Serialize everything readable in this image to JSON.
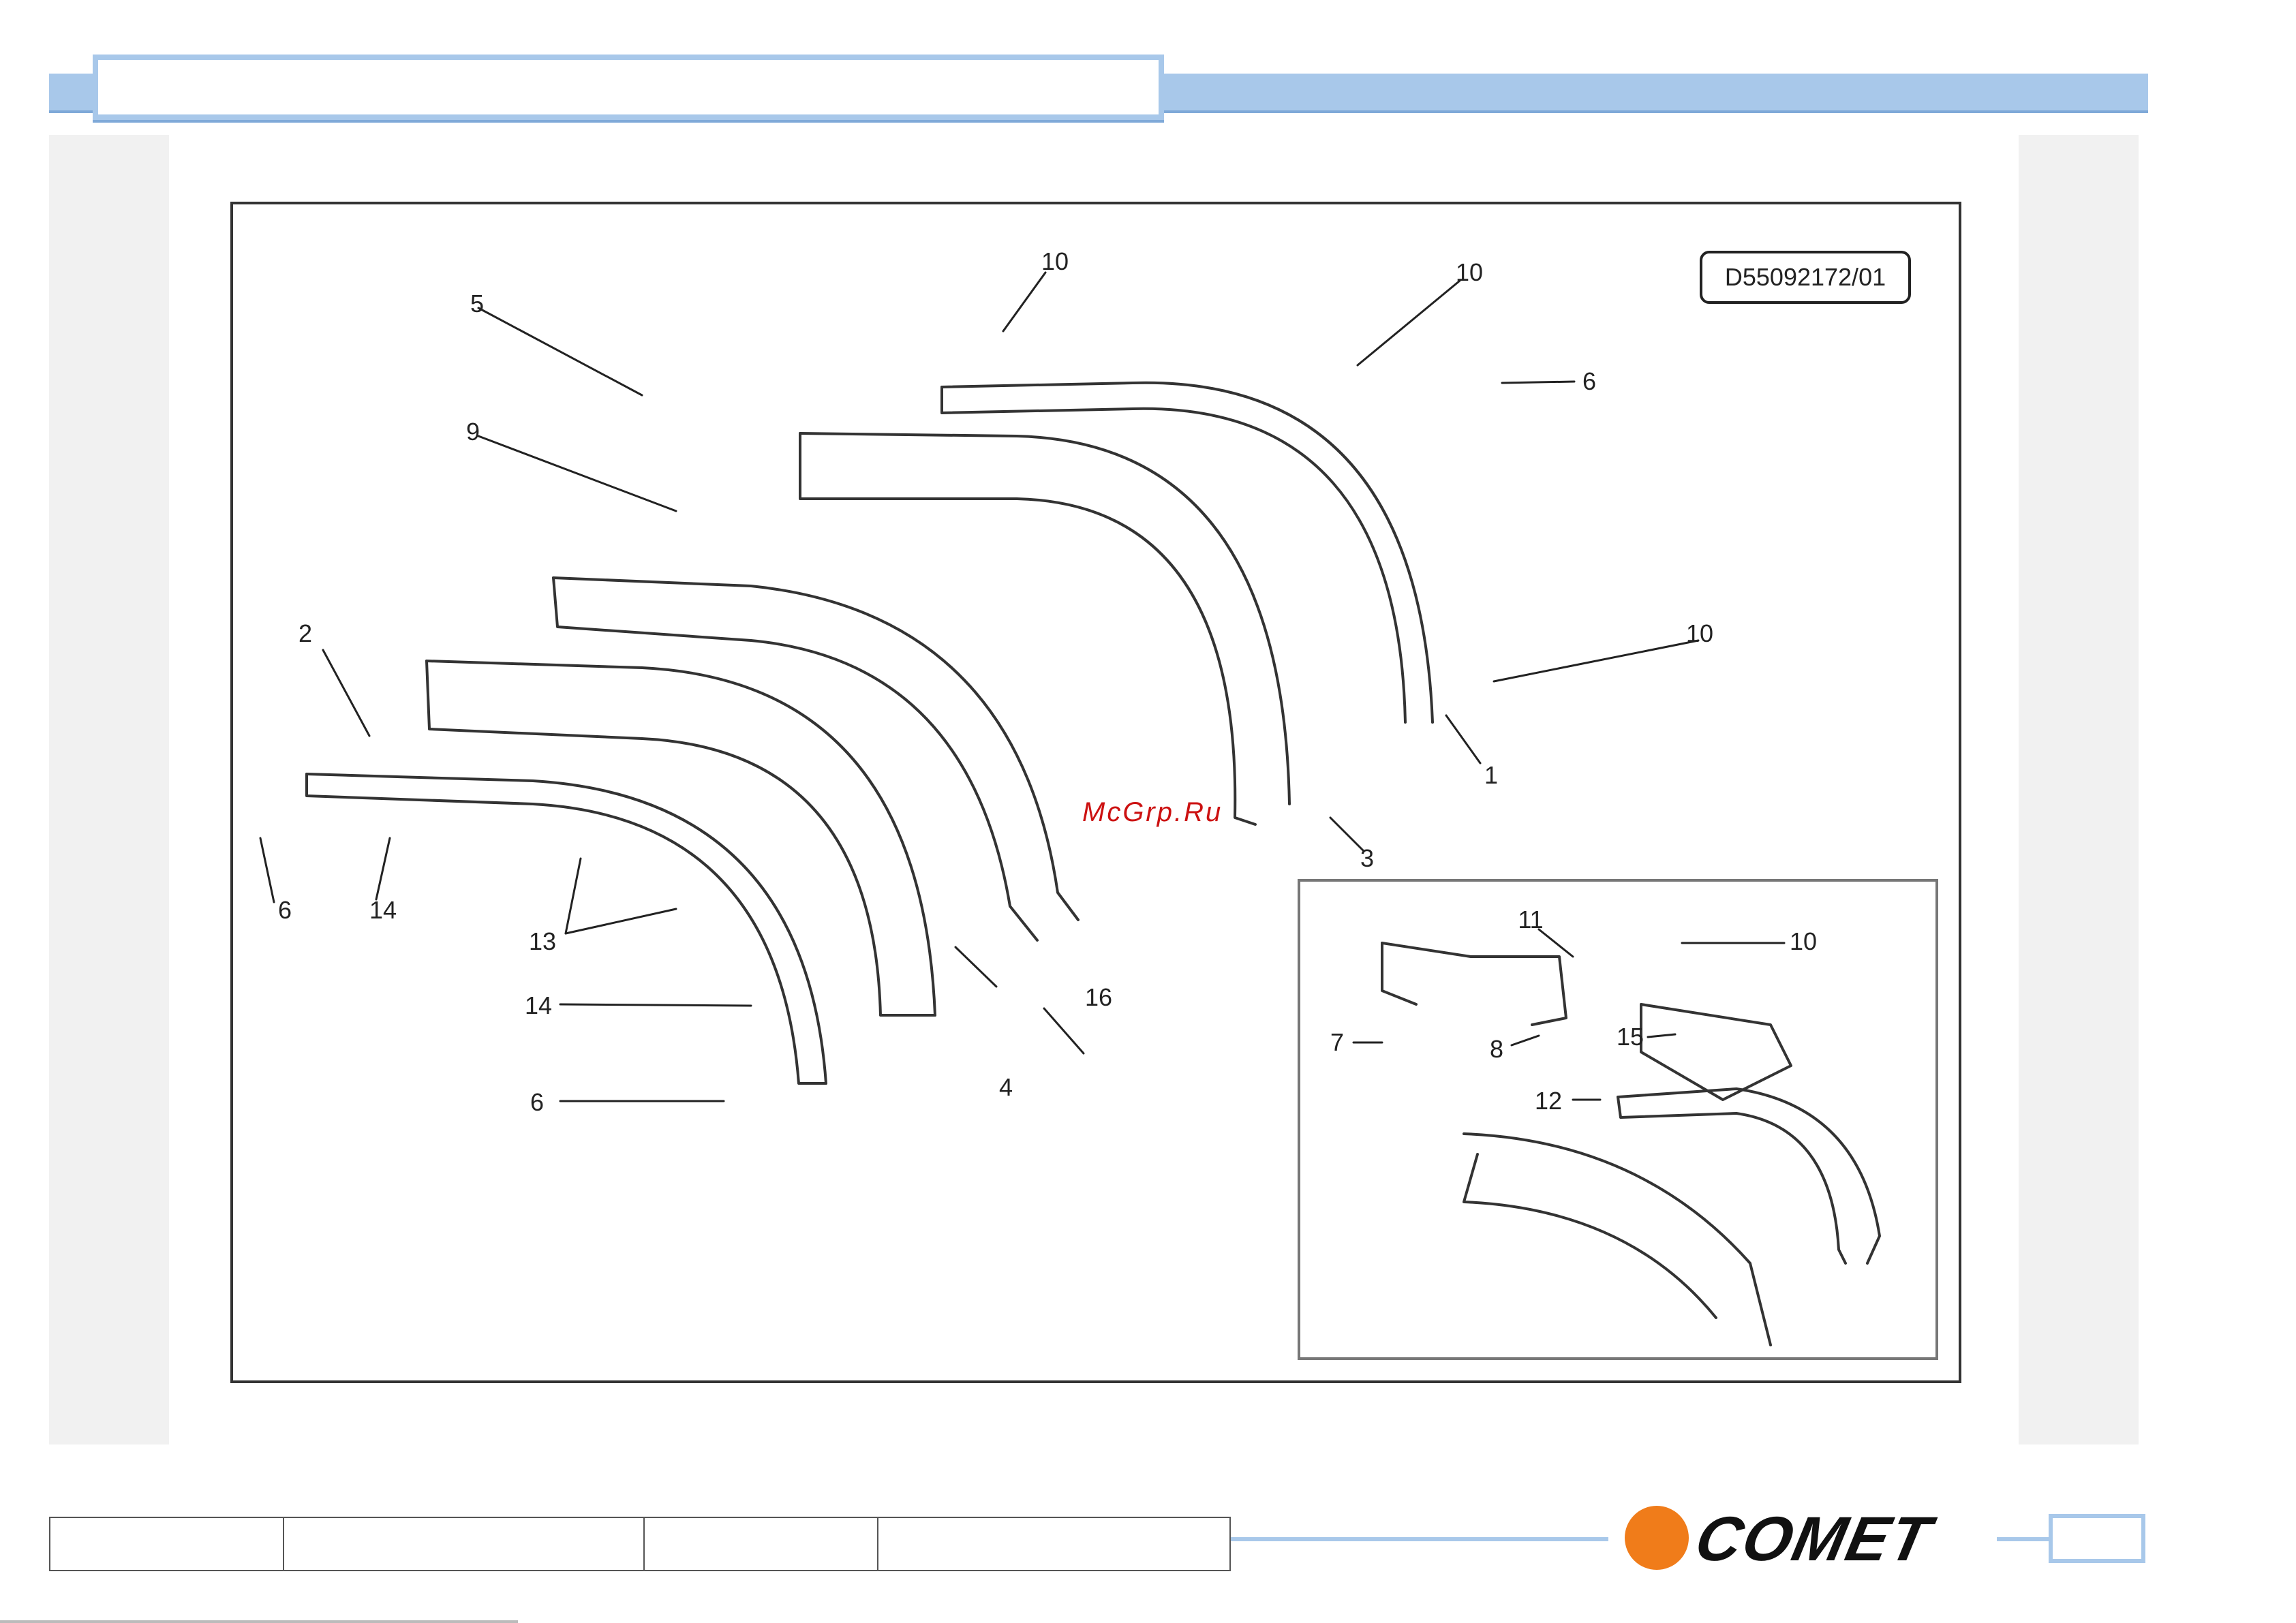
{
  "diagram": {
    "document_code": "D55092172/01",
    "watermark": "McGrp.Ru",
    "callouts": {
      "c1": "1",
      "c2": "2",
      "c3": "3",
      "c4": "4",
      "c5": "5",
      "c6a": "6",
      "c6b": "6",
      "c6c": "6",
      "c9": "9",
      "c10a": "10",
      "c10b": "10",
      "c10c": "10",
      "c13": "13",
      "c14a": "14",
      "c14b": "14",
      "c16": "16"
    },
    "inset_callouts": {
      "c7": "7",
      "c8": "8",
      "c10": "10",
      "c11": "11",
      "c12": "12",
      "c15": "15"
    }
  },
  "footer": {
    "brand": "COMET",
    "brand_color": "#f07c1a",
    "accent_color": "#a8c8ea"
  }
}
